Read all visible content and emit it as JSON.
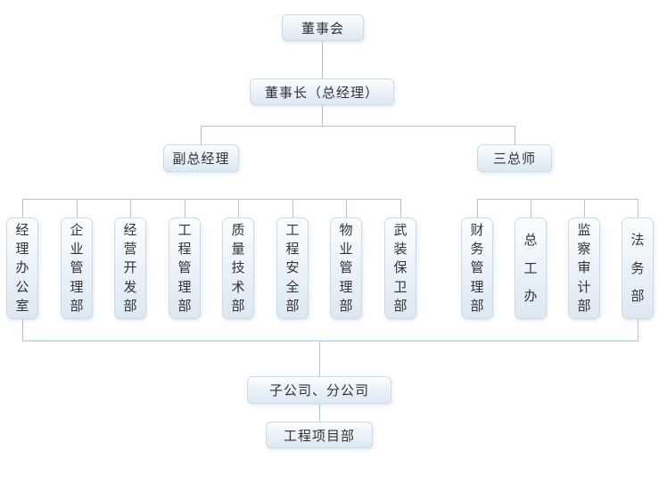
{
  "org": {
    "board": "董事会",
    "chairman": "董事长（总经理）",
    "branches": [
      {
        "label": "副总经理",
        "children": [
          "经理办公室",
          "企业管理部",
          "经营开发部",
          "工程管理部",
          "质量技术部",
          "工程安全部",
          "物业管理部",
          "武装保卫部"
        ]
      },
      {
        "label": "三总师",
        "children": [
          "财务管理部",
          "总工办",
          "监察审计部",
          "法务部"
        ]
      }
    ],
    "subsidiaries": "子公司、分公司",
    "project_dept": "工程项目部"
  },
  "colors": {
    "background": "#ffffff",
    "box_border": "#ccdbe9",
    "box_fill_top": "#fcfeff",
    "box_fill_bottom": "#dde8f2",
    "connector": "#b3c4d8",
    "text": "#333333"
  }
}
